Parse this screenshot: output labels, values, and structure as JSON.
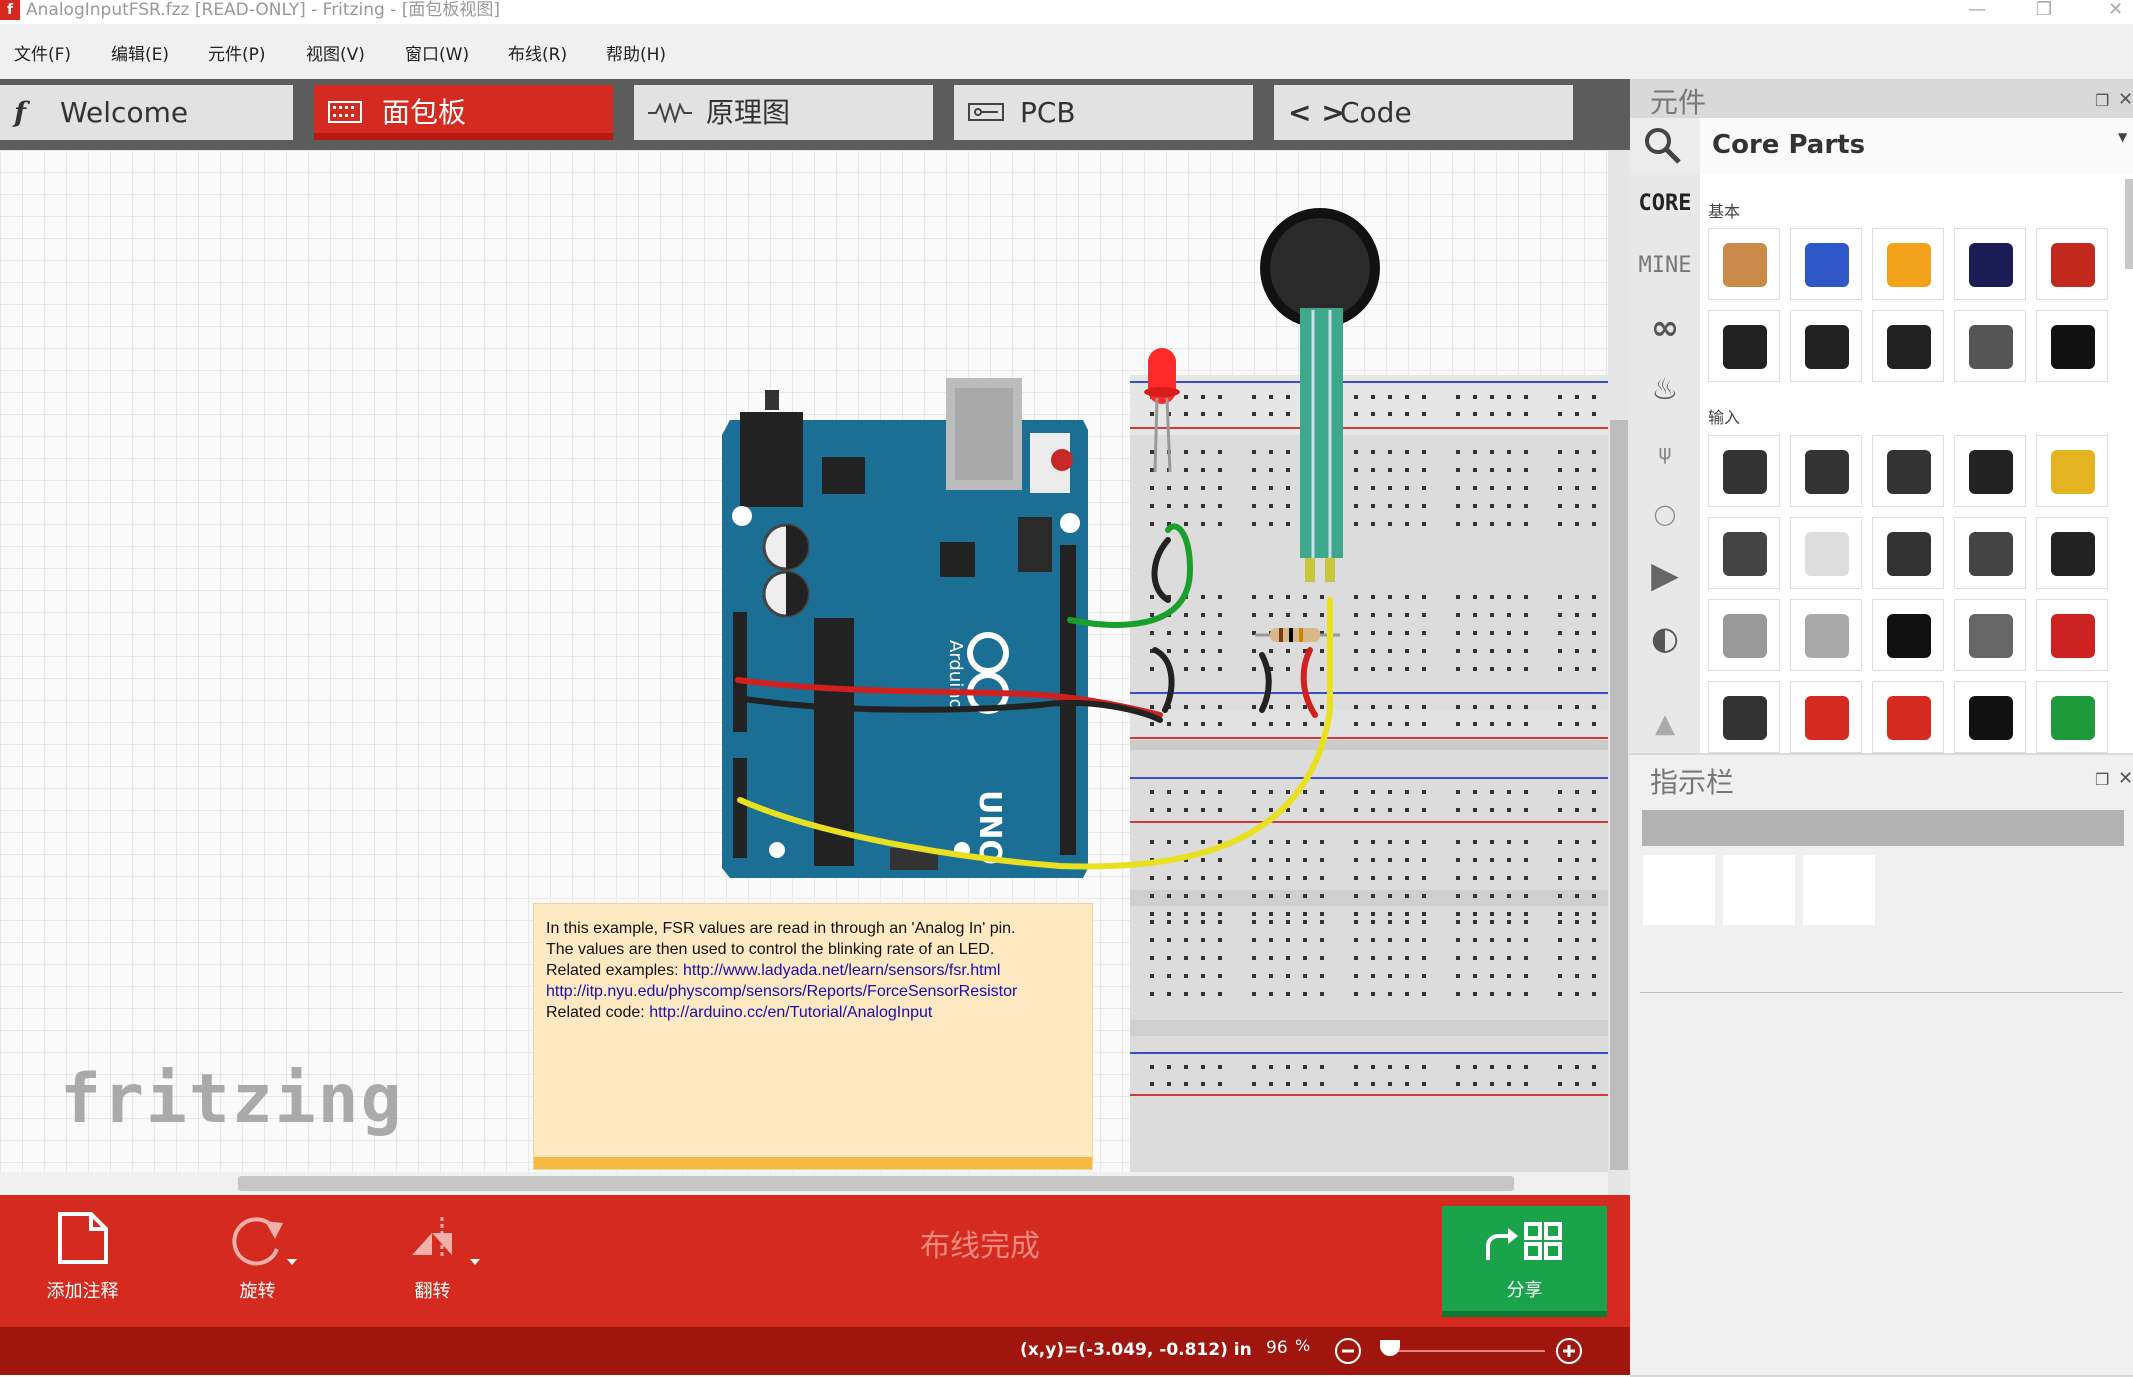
{
  "window": {
    "title": "AnalogInputFSR.fzz [READ-ONLY]  - Fritzing - [面包板视图]",
    "app_icon": "fritzing-logo-icon"
  },
  "menu": [
    "文件(F)",
    "编辑(E)",
    "元件(P)",
    "视图(V)",
    "窗口(W)",
    "布线(R)",
    "帮助(H)"
  ],
  "tabs": [
    {
      "label": "Welcome",
      "icon": "fritzing-f-icon"
    },
    {
      "label": "面包板",
      "icon": "breadboard-icon",
      "active": true
    },
    {
      "label": "原理图",
      "icon": "schematic-icon"
    },
    {
      "label": "PCB",
      "icon": "pcb-icon"
    },
    {
      "label": "Code",
      "icon": "code-icon"
    }
  ],
  "canvas": {
    "note": {
      "line1": "In this example, FSR values are read in through an 'Analog In' pin.",
      "line2": "The values are then used to control the blinking rate of an LED.",
      "line3_prefix": "Related examples: ",
      "link1": "http://www.ladyada.net/learn/sensors/fsr.html",
      "link2": "http://itp.nyu.edu/physcomp/sensors/Reports/ForceSensorResistor",
      "line5_prefix": "Related code: ",
      "link3": "http://arduino.cc/en/Tutorial/AnalogInput"
    },
    "watermark": "fritzing",
    "board_label": "UNO",
    "board_brand": "Arduino"
  },
  "toolbar": {
    "add_note": "添加注释",
    "rotate": "旋转",
    "flip": "翻转",
    "routing_status": "布线完成",
    "share": "分享"
  },
  "status": {
    "coords": "(x,y)=(-3.049, -0.812) in",
    "zoom": "96",
    "zoom_unit": "%"
  },
  "parts_panel": {
    "title": "元件",
    "bin_title": "Core Parts",
    "bins": [
      "CORE",
      "MINE"
    ],
    "sections": [
      "基本",
      "输入"
    ]
  },
  "inspector": {
    "title": "指示栏"
  },
  "colors": {
    "accent": "#d42a1f",
    "share": "#1aa34a",
    "arduino": "#1b6f95"
  }
}
